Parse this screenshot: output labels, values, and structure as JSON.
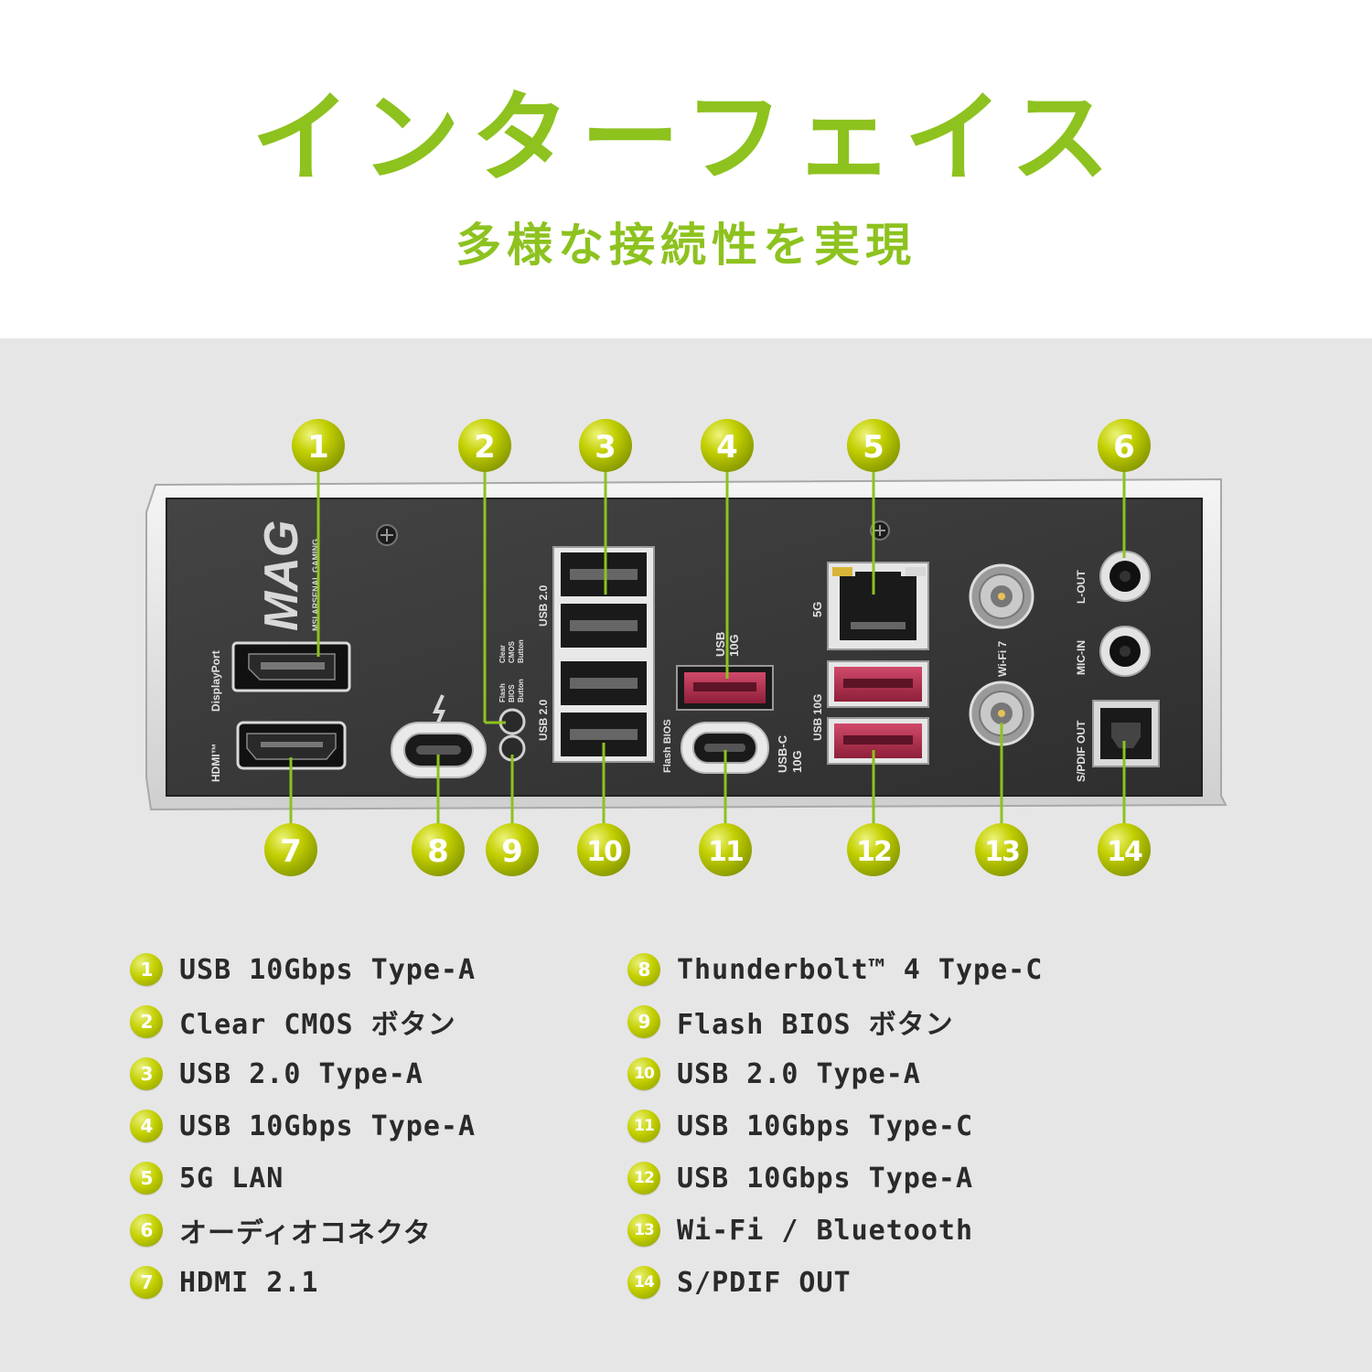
{
  "header": {
    "title": "インターフェイス",
    "subtitle": "多様な接続性を実現"
  },
  "panel": {
    "brand": "MAG",
    "brand_sub": "MSI ARSENAL GAMING",
    "labels": {
      "displayport": "DisplayPort",
      "hdmi": "HDMI™",
      "usb20_top": "USB 2.0",
      "usb20_bottom": "USB 2.0",
      "flash_bios": "Flash BIOS",
      "clear_cmos_button": [
        "Clear",
        "CMOS",
        "Button"
      ],
      "flash_bios_button": [
        "Flash",
        "BIOS",
        "Button"
      ],
      "usb_10g_top": [
        "USB",
        "10G"
      ],
      "usbc_10g": [
        "USB-C",
        "10G"
      ],
      "lan_5g": "5G",
      "usb_10g_side": "USB 10G",
      "wifi": "Wi-Fi 7",
      "audio_lout": "L-OUT",
      "audio_micin": "MIC-IN",
      "spdif": "S/PDIF OUT"
    },
    "callouts_top": [
      "1",
      "2",
      "3",
      "4",
      "5",
      "6"
    ],
    "callouts_bottom": [
      "7",
      "8",
      "9",
      "10",
      "11",
      "12",
      "13",
      "14"
    ]
  },
  "legend": {
    "left": [
      {
        "num": "1",
        "text": "USB 10Gbps Type-A"
      },
      {
        "num": "2",
        "text": "Clear CMOS ボタン"
      },
      {
        "num": "3",
        "text": "USB 2.0 Type-A"
      },
      {
        "num": "4",
        "text": "USB 10Gbps Type-A"
      },
      {
        "num": "5",
        "text": "5G LAN"
      },
      {
        "num": "6",
        "text": "オーディオコネクタ"
      },
      {
        "num": "7",
        "text": "HDMI 2.1"
      }
    ],
    "right": [
      {
        "num": "8",
        "text": "Thunderbolt™ 4 Type-C"
      },
      {
        "num": "9",
        "text": "Flash BIOS ボタン"
      },
      {
        "num": "10",
        "text": "USB 2.0 Type-A"
      },
      {
        "num": "11",
        "text": "USB 10Gbps Type-C"
      },
      {
        "num": "12",
        "text": "USB 10Gbps Type-A"
      },
      {
        "num": "13",
        "text": "Wi-Fi / Bluetooth"
      },
      {
        "num": "14",
        "text": "S/PDIF OUT"
      }
    ]
  },
  "colors": {
    "accent": "#8dc21f",
    "badge": "#c4d000",
    "panel": "#3b3b3b",
    "usb_red": "#b0304f",
    "background": "#e6e6e6"
  }
}
